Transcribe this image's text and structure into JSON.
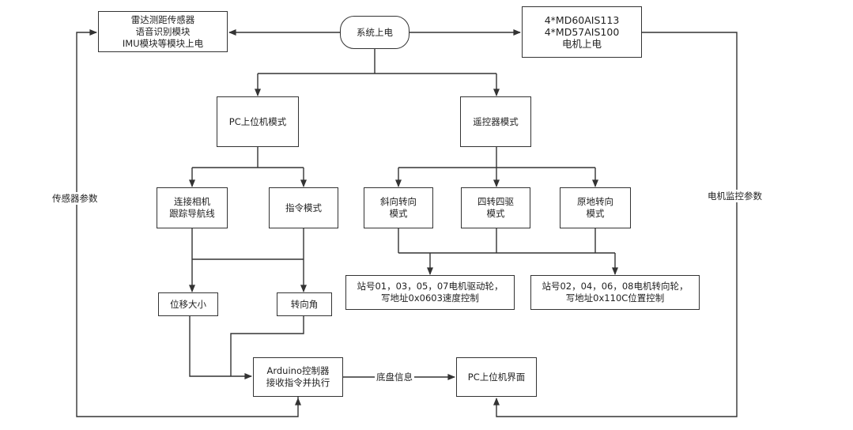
{
  "nodes": {
    "start": [
      "系统上电"
    ],
    "sensors_power": [
      "雷达测距传感器",
      "语音识别模块",
      "IMU模块等模块上电"
    ],
    "motors_power": [
      "4*MD60AIS113",
      "4*MD57AIS100",
      "电机上电"
    ],
    "pc_mode": [
      "PC上位机模式"
    ],
    "remote_mode": [
      "遥控器模式"
    ],
    "camera_tracking": [
      "连接相机",
      "跟踪导航线"
    ],
    "command_mode": [
      "指令模式"
    ],
    "oblique_steer": [
      "斜向转向",
      "模式"
    ],
    "four_wheel": [
      "四转四驱",
      "模式"
    ],
    "pivot_steer": [
      "原地转向",
      "模式"
    ],
    "drive_stations": [
      "站号01，03，05，07电机驱动轮，",
      "写地址0x0603速度控制"
    ],
    "steer_stations": [
      "站号02，04，06，08电机转向轮，",
      "写地址0x110C位置控制"
    ],
    "displacement": [
      "位移大小"
    ],
    "steer_angle": [
      "转向角"
    ],
    "arduino": [
      "Arduino控制器",
      "接收指令并执行"
    ],
    "pc_ui": [
      "PC上位机界面"
    ]
  },
  "labels": {
    "sensor_params": "传感器参数",
    "motor_params": "电机监控参数",
    "chassis_info": "底盘信息"
  }
}
